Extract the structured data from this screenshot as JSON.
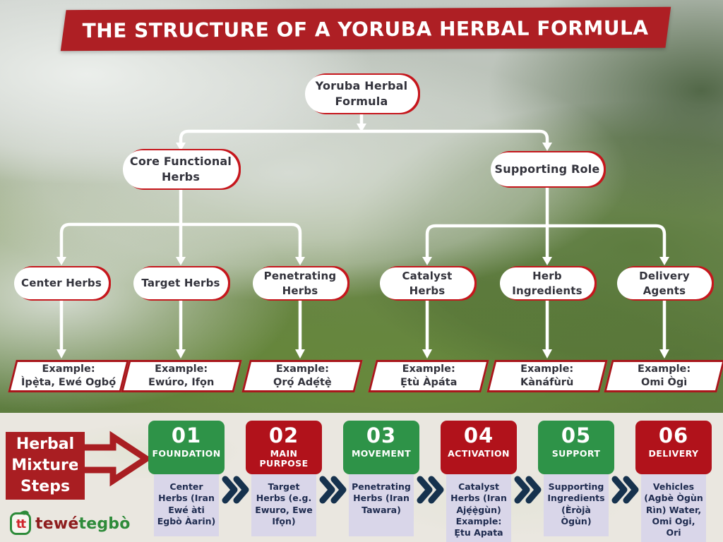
{
  "title": "THE STRUCTURE OF A YORUBA HERBAL FORMULA",
  "root": {
    "label": "Yoruba Herbal Formula"
  },
  "branches": [
    {
      "label": "Core Functional Herbs"
    },
    {
      "label": "Supporting Role"
    }
  ],
  "leaves": [
    {
      "label": "Center Herbs",
      "example_title": "Example:",
      "example_value": "Ìpẹ̀ta, Ewé Ogbọ́"
    },
    {
      "label": "Target Herbs",
      "example_title": "Example:",
      "example_value": "Ewúro, Ifọn"
    },
    {
      "label": "Penetrating Herbs",
      "example_title": "Example:",
      "example_value": "Ọrọ́ Adẹ́tẹ̀"
    },
    {
      "label": "Catalyst Herbs",
      "example_title": "Example:",
      "example_value": "Ẹtù Àpáta"
    },
    {
      "label": "Herb Ingredients",
      "example_title": "Example:",
      "example_value": "Kànáfùrù"
    },
    {
      "label": "Delivery Agents",
      "example_title": "Example:",
      "example_value": "Omi Ògì"
    }
  ],
  "steps_panel": {
    "heading": "Herbal Mixture Steps",
    "steps": [
      {
        "number": "01",
        "label": "FOUNDATION",
        "color": "#2E9348",
        "description": "Center Herbs (Iran Ewé àti Egbò Àarin)"
      },
      {
        "number": "02",
        "label": "MAIN PURPOSE",
        "color": "#B1121B",
        "description": "Target Herbs (e.g. Ewuro, Ewe Ifọn)"
      },
      {
        "number": "03",
        "label": "MOVEMENT",
        "color": "#2E9348",
        "description": "Penetrating Herbs (Iran Tawara)"
      },
      {
        "number": "04",
        "label": "ACTIVATION",
        "color": "#B1121B",
        "description": "Catalyst Herbs (Iran Ajẹ́ẹ̀gùn) Example: Ẹtu Apata"
      },
      {
        "number": "05",
        "label": "SUPPORT",
        "color": "#2E9348",
        "description": "Supporting Ingredients (Èròjà Ògùn)"
      },
      {
        "number": "06",
        "label": "DELIVERY",
        "color": "#B1121B",
        "description": "Vehicles (Agbè Ògùn Rìn) Water, Omi Ogi, Ori"
      }
    ]
  },
  "logo": {
    "part1": "tewé",
    "part2": "tegbò",
    "icon": "tewetegbo-monogram"
  },
  "colors": {
    "banner_red": "#AE1F24",
    "node_border_red": "#C6161C",
    "example_border_red": "#A9161B",
    "step_green": "#2E9348",
    "step_red": "#B1121B",
    "heading_box_red": "#A91E22",
    "description_bg": "#D9D6E9",
    "chevron_navy": "#16324E",
    "connector_white": "#FFFFFF"
  }
}
